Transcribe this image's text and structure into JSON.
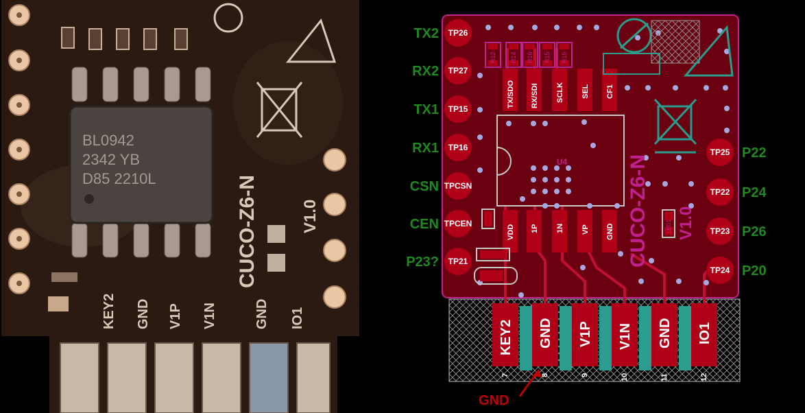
{
  "photo": {
    "chip_lines": [
      "BL0942",
      "2342 YB",
      "D85 2210L"
    ],
    "board_text": "CUCO-Z6-N",
    "version_text": "V1.0",
    "pin_labels": [
      "KEY2",
      "GND",
      "V1P",
      "V1N",
      "GND",
      "IO1"
    ]
  },
  "layout": {
    "left_tps": [
      {
        "signal": "TX2",
        "tp": "TP26"
      },
      {
        "signal": "RX2",
        "tp": "TP27"
      },
      {
        "signal": "TX1",
        "tp": "TP15"
      },
      {
        "signal": "RX1",
        "tp": "TP16"
      },
      {
        "signal": "CSN",
        "tp": "TPCSN"
      },
      {
        "signal": "CEN",
        "tp": "TPCEN"
      },
      {
        "signal": "P23?",
        "tp": "TP21"
      }
    ],
    "right_tps": [
      {
        "signal": "P22",
        "tp": "TP25"
      },
      {
        "signal": "P24",
        "tp": "TP22"
      },
      {
        "signal": "P26",
        "tp": "TP23"
      },
      {
        "signal": "P20",
        "tp": "TP24"
      }
    ],
    "top_nets": [
      "TX/SDO",
      "RX/SDI",
      "SCLK",
      "SEL",
      "CF1"
    ],
    "bottom_nets": [
      "VDD",
      "1P",
      "1N",
      "VP",
      "GND"
    ],
    "resistors": [
      "R12",
      "R14",
      "R16",
      "R15",
      "R15"
    ],
    "chip_ref": "U4",
    "board_text": "CUCO-Z6-N",
    "version_text": "V1.0",
    "led_ref": "LED1",
    "pins": [
      {
        "label": "KEY2",
        "num": "7"
      },
      {
        "label": "GND",
        "num": "8"
      },
      {
        "label": "V1P",
        "num": "9"
      },
      {
        "label": "V1N",
        "num": "10"
      },
      {
        "label": "GND",
        "num": "11"
      },
      {
        "label": "IO1",
        "num": "12"
      }
    ],
    "gnd_annotation": "GND"
  },
  "colors": {
    "pcb": "#6b0010",
    "pad": "#b00018",
    "silk": "#c02090",
    "via": "#a8a8e0",
    "annotation_green": "#1f8a1f",
    "annotation_red": "#c00000"
  }
}
